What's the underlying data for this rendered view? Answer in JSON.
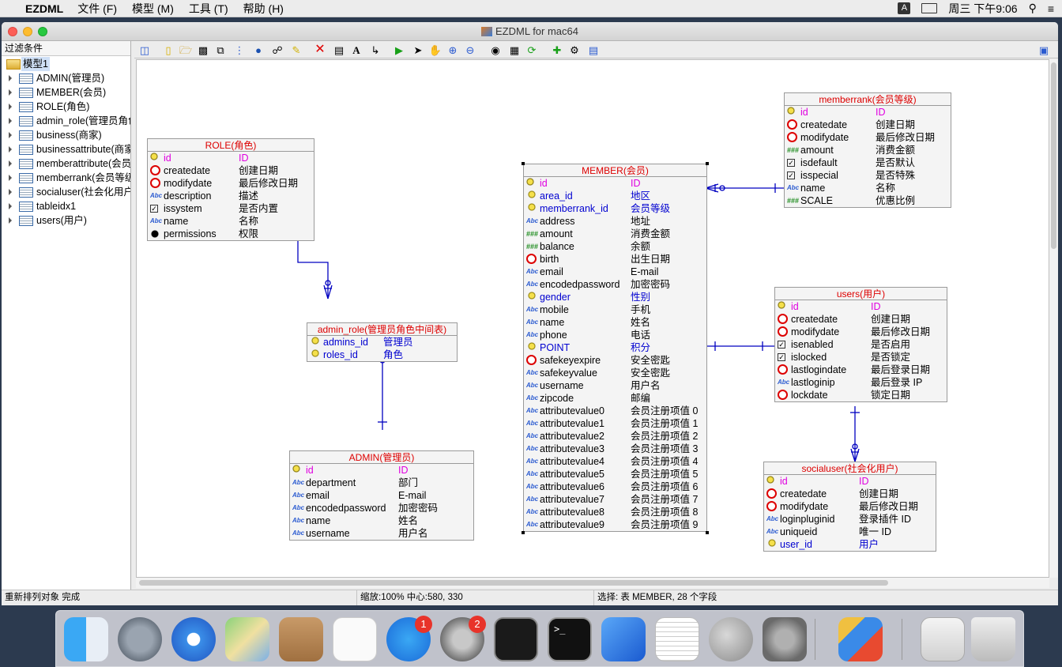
{
  "menubar": {
    "app": "EZDML",
    "menus": [
      "文件 (F)",
      "模型 (M)",
      "工具 (T)",
      "帮助 (H)"
    ],
    "ime": "A",
    "datetime": "周三 下午9:06"
  },
  "window": {
    "title": "EZDML for mac64"
  },
  "tree": {
    "filter_label": "过滤条件",
    "root": "模型1",
    "items": [
      "ADMIN(管理员)",
      "MEMBER(会员)",
      "ROLE(角色)",
      "admin_role(管理员角色中间表)",
      "business(商家)",
      "businessattribute(商家属性)",
      "memberattribute(会员属性)",
      "memberrank(会员等级)",
      "socialuser(社会化用户)",
      "tableidx1",
      "users(用户)"
    ]
  },
  "entities": {
    "role": {
      "title": "ROLE(角色)",
      "fields": [
        [
          "pk",
          "id",
          "ID"
        ],
        [
          "clock",
          "createdate",
          "创建日期"
        ],
        [
          "clock",
          "modifydate",
          "最后修改日期"
        ],
        [
          "abc",
          "description",
          "描述"
        ],
        [
          "chk",
          "issystem",
          "是否内置"
        ],
        [
          "abc",
          "name",
          "名称"
        ],
        [
          "dot",
          "permissions",
          "权限"
        ]
      ]
    },
    "admin_role": {
      "title": "admin_role(管理员角色中间表)",
      "fields": [
        [
          "fk",
          "admins_id",
          "管理员"
        ],
        [
          "fk",
          "roles_id",
          "角色"
        ]
      ]
    },
    "admin": {
      "title": "ADMIN(管理员)",
      "fields": [
        [
          "pk",
          "id",
          "ID"
        ],
        [
          "abc",
          "department",
          "部门"
        ],
        [
          "abc",
          "email",
          "E-mail"
        ],
        [
          "abc",
          "encodedpassword",
          "加密密码"
        ],
        [
          "abc",
          "name",
          "姓名"
        ],
        [
          "abc",
          "username",
          "用户名"
        ]
      ]
    },
    "member": {
      "title": "MEMBER(会员)",
      "fields": [
        [
          "pk",
          "id",
          "ID"
        ],
        [
          "fk",
          "area_id",
          "地区"
        ],
        [
          "fk",
          "memberrank_id",
          "会员等级"
        ],
        [
          "abc",
          "address",
          "地址"
        ],
        [
          "num",
          "amount",
          "消费金额"
        ],
        [
          "num",
          "balance",
          "余额"
        ],
        [
          "clock",
          "birth",
          "出生日期"
        ],
        [
          "abc",
          "email",
          "E-mail"
        ],
        [
          "abc",
          "encodedpassword",
          "加密密码"
        ],
        [
          "fk",
          "gender",
          "性别"
        ],
        [
          "abc",
          "mobile",
          "手机"
        ],
        [
          "abc",
          "name",
          "姓名"
        ],
        [
          "abc",
          "phone",
          "电话"
        ],
        [
          "fk",
          "POINT",
          "积分"
        ],
        [
          "clock",
          "safekeyexpire",
          "安全密匙"
        ],
        [
          "abc",
          "safekeyvalue",
          "安全密匙"
        ],
        [
          "abc",
          "username",
          "用户名"
        ],
        [
          "abc",
          "zipcode",
          "邮编"
        ],
        [
          "abc",
          "attributevalue0",
          "会员注册项值 0"
        ],
        [
          "abc",
          "attributevalue1",
          "会员注册项值 1"
        ],
        [
          "abc",
          "attributevalue2",
          "会员注册项值 2"
        ],
        [
          "abc",
          "attributevalue3",
          "会员注册项值 3"
        ],
        [
          "abc",
          "attributevalue4",
          "会员注册项值 4"
        ],
        [
          "abc",
          "attributevalue5",
          "会员注册项值 5"
        ],
        [
          "abc",
          "attributevalue6",
          "会员注册项值 6"
        ],
        [
          "abc",
          "attributevalue7",
          "会员注册项值 7"
        ],
        [
          "abc",
          "attributevalue8",
          "会员注册项值 8"
        ],
        [
          "abc",
          "attributevalue9",
          "会员注册项值 9"
        ]
      ]
    },
    "memberrank": {
      "title": "memberrank(会员等级)",
      "fields": [
        [
          "pk",
          "id",
          "ID"
        ],
        [
          "clock",
          "createdate",
          "创建日期"
        ],
        [
          "clock",
          "modifydate",
          "最后修改日期"
        ],
        [
          "num",
          "amount",
          "消费金额"
        ],
        [
          "chk",
          "isdefault",
          "是否默认"
        ],
        [
          "chk",
          "isspecial",
          "是否特殊"
        ],
        [
          "abc",
          "name",
          "名称"
        ],
        [
          "num",
          "SCALE",
          "优惠比例"
        ]
      ]
    },
    "users": {
      "title": "users(用户)",
      "fields": [
        [
          "pk",
          "id",
          "ID"
        ],
        [
          "clock",
          "createdate",
          "创建日期"
        ],
        [
          "clock",
          "modifydate",
          "最后修改日期"
        ],
        [
          "chk",
          "isenabled",
          "是否启用"
        ],
        [
          "chk",
          "islocked",
          "是否锁定"
        ],
        [
          "clock",
          "lastlogindate",
          "最后登录日期"
        ],
        [
          "abc",
          "lastloginip",
          "最后登录 IP"
        ],
        [
          "clock",
          "lockdate",
          "锁定日期"
        ]
      ]
    },
    "socialuser": {
      "title": "socialuser(社会化用户)",
      "fields": [
        [
          "pk",
          "id",
          "ID"
        ],
        [
          "clock",
          "createdate",
          "创建日期"
        ],
        [
          "clock",
          "modifydate",
          "最后修改日期"
        ],
        [
          "abc",
          "loginpluginid",
          "登录插件 ID"
        ],
        [
          "abc",
          "uniqueid",
          "唯一 ID"
        ],
        [
          "fk",
          "user_id",
          "用户"
        ]
      ]
    }
  },
  "status": {
    "left": "重新排列对象 完成",
    "mid": "缩放:100% 中心:580, 330",
    "right": "选择: 表 MEMBER, 28 个字段"
  },
  "dock": {
    "badges": {
      "appstore": "1",
      "sysprefs": "2"
    }
  }
}
